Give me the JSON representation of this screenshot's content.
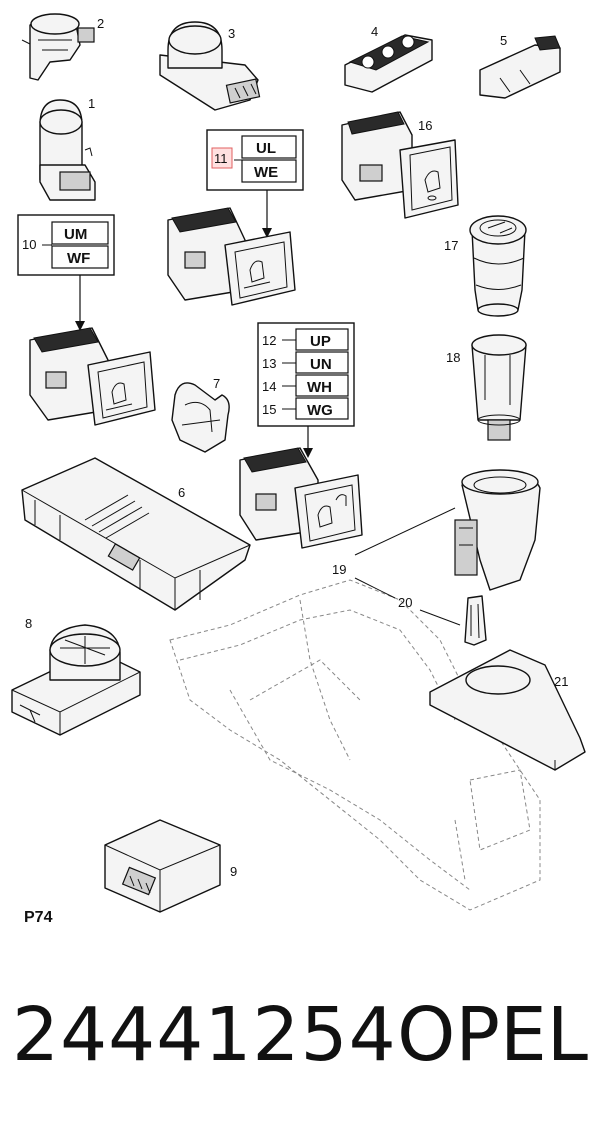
{
  "callouts": {
    "c1": "1",
    "c2": "2",
    "c3": "3",
    "c4": "4",
    "c5": "5",
    "c6": "6",
    "c7": "7",
    "c8": "8",
    "c9": "9",
    "c10": "10",
    "c11": "11",
    "c12": "12",
    "c13": "13",
    "c14": "14",
    "c15": "15",
    "c16": "16",
    "c17": "17",
    "c18": "18",
    "c19": "19",
    "c20": "20",
    "c21": "21"
  },
  "codes": {
    "um": "UM",
    "wf": "WF",
    "ul": "UL",
    "we": "WE",
    "up": "UP",
    "un": "UN",
    "wh": "WH",
    "wg": "WG"
  },
  "figure_code": "P74",
  "footer": {
    "part_number": "24441254",
    "brand": "OPEL"
  }
}
